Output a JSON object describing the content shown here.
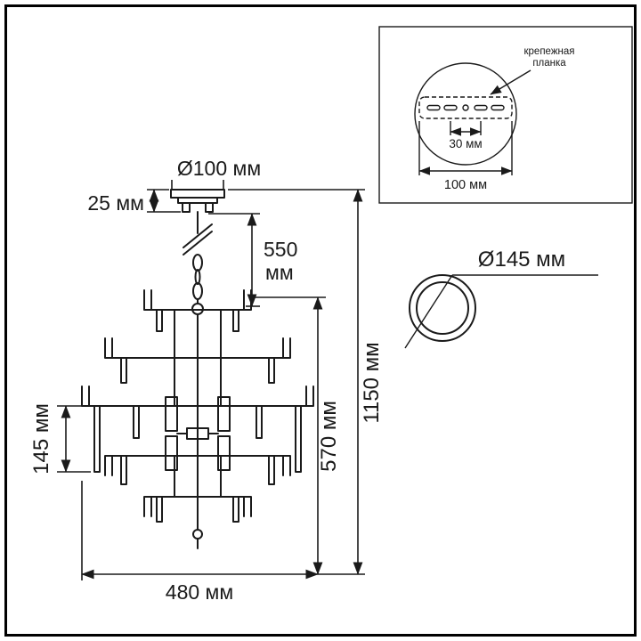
{
  "diagram": {
    "type": "chandelier dimension drawing",
    "ink_color": "#1a1a1a",
    "background": "#ffffff"
  },
  "dimensions": {
    "canopy_diameter": "Ø100 мм",
    "canopy_height": "25 мм",
    "suspension_height_value": "550",
    "suspension_height_unit": "мм",
    "body_height": "570 мм",
    "total_height": "1150 мм",
    "tier_height": "145 мм",
    "overall_width": "480 мм",
    "ring_diameter": "Ø145 мм"
  },
  "mounting_inset": {
    "label_line1": "крепежная",
    "label_line2": "планка",
    "hole_spacing": "30 мм",
    "plate_width": "100 мм"
  }
}
